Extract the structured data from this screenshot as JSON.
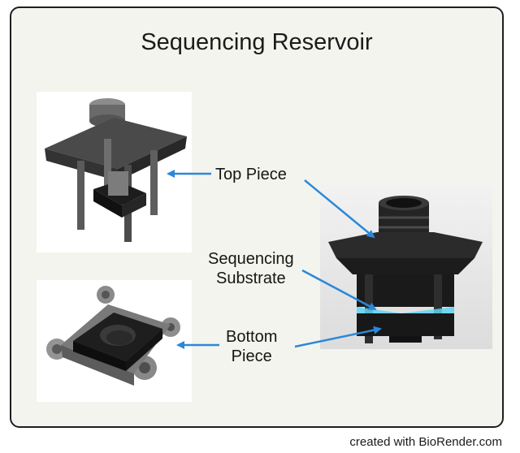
{
  "title": "Sequencing Reservoir",
  "labels": {
    "top_piece": "Top Piece",
    "sequencing_substrate_line1": "Sequencing",
    "sequencing_substrate_line2": "Substrate",
    "bottom_piece_line1": "Bottom",
    "bottom_piece_line2": "Piece"
  },
  "credit": "created with BioRender.com",
  "colors": {
    "arrow": "#2b88d8",
    "panel_bg": "#f3f4ed",
    "part_dark": "#2c2c2c",
    "part_grey": "#8a8a8a",
    "substrate_glow": "#5fd2f0"
  }
}
